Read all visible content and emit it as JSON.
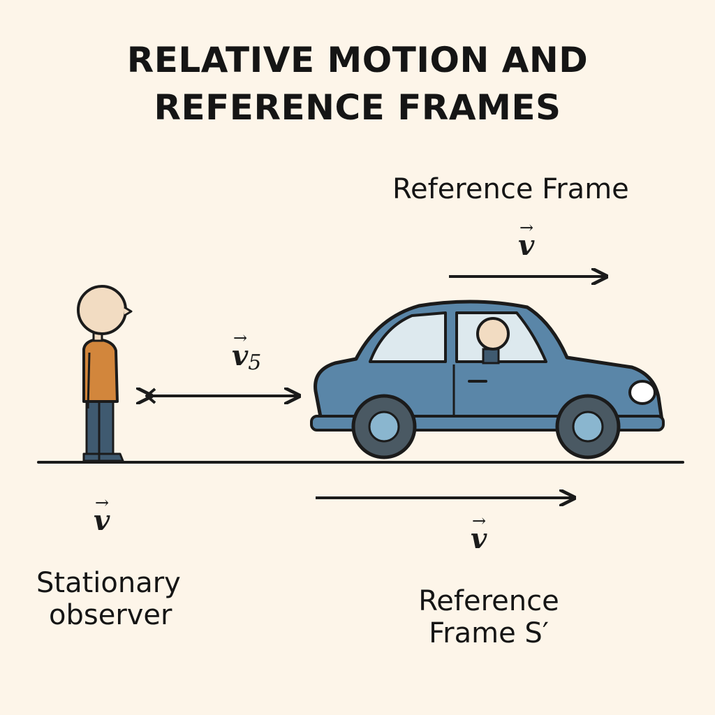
{
  "title": {
    "line1": "RELATIVE MOTION AND",
    "line2": "REFERENCE FRAMES"
  },
  "labels": {
    "frame_top": "Reference Frame",
    "observer_line1": "Stationary",
    "observer_line2": "observer",
    "frame_bottom_line1": "Reference",
    "frame_bottom_line2": "Frame S′"
  },
  "vectors": {
    "v_top": "v",
    "v_rel": "v",
    "v_rel_sub": "5",
    "v_observer": "v",
    "v_bottom": "v",
    "arrow_glyph": "→"
  },
  "colors": {
    "background": "#fdf5e9",
    "car_body": "#5a86a8",
    "car_window": "#dde9ee",
    "wheel_tire": "#4a5963",
    "wheel_hub": "#8ab6cf",
    "skin": "#f2dcc2",
    "shirt": "#d2863c",
    "pants": "#3f5a70",
    "outline": "#1b1b1b"
  },
  "icons": {
    "observer": "person-standing-icon",
    "car": "car-icon",
    "driver": "person-driver-icon"
  }
}
